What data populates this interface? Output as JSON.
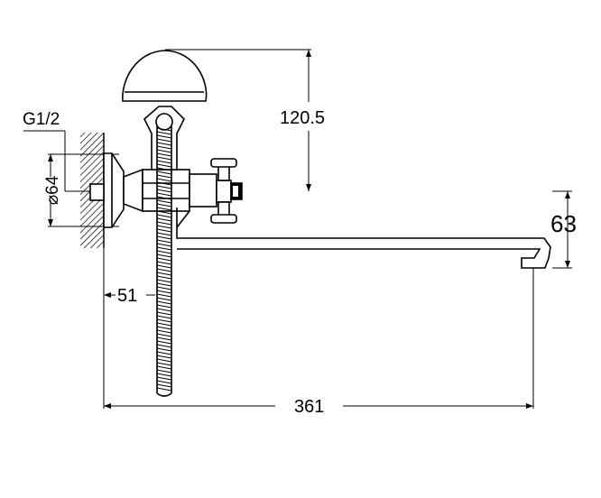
{
  "dimensions": {
    "thread": "G1/2",
    "flange_diameter": "⌀64",
    "height": "120.5",
    "spout_drop": "63",
    "wall_offset": "51",
    "spout_length": "361"
  },
  "colors": {
    "line": "#000000",
    "background": "#ffffff"
  }
}
